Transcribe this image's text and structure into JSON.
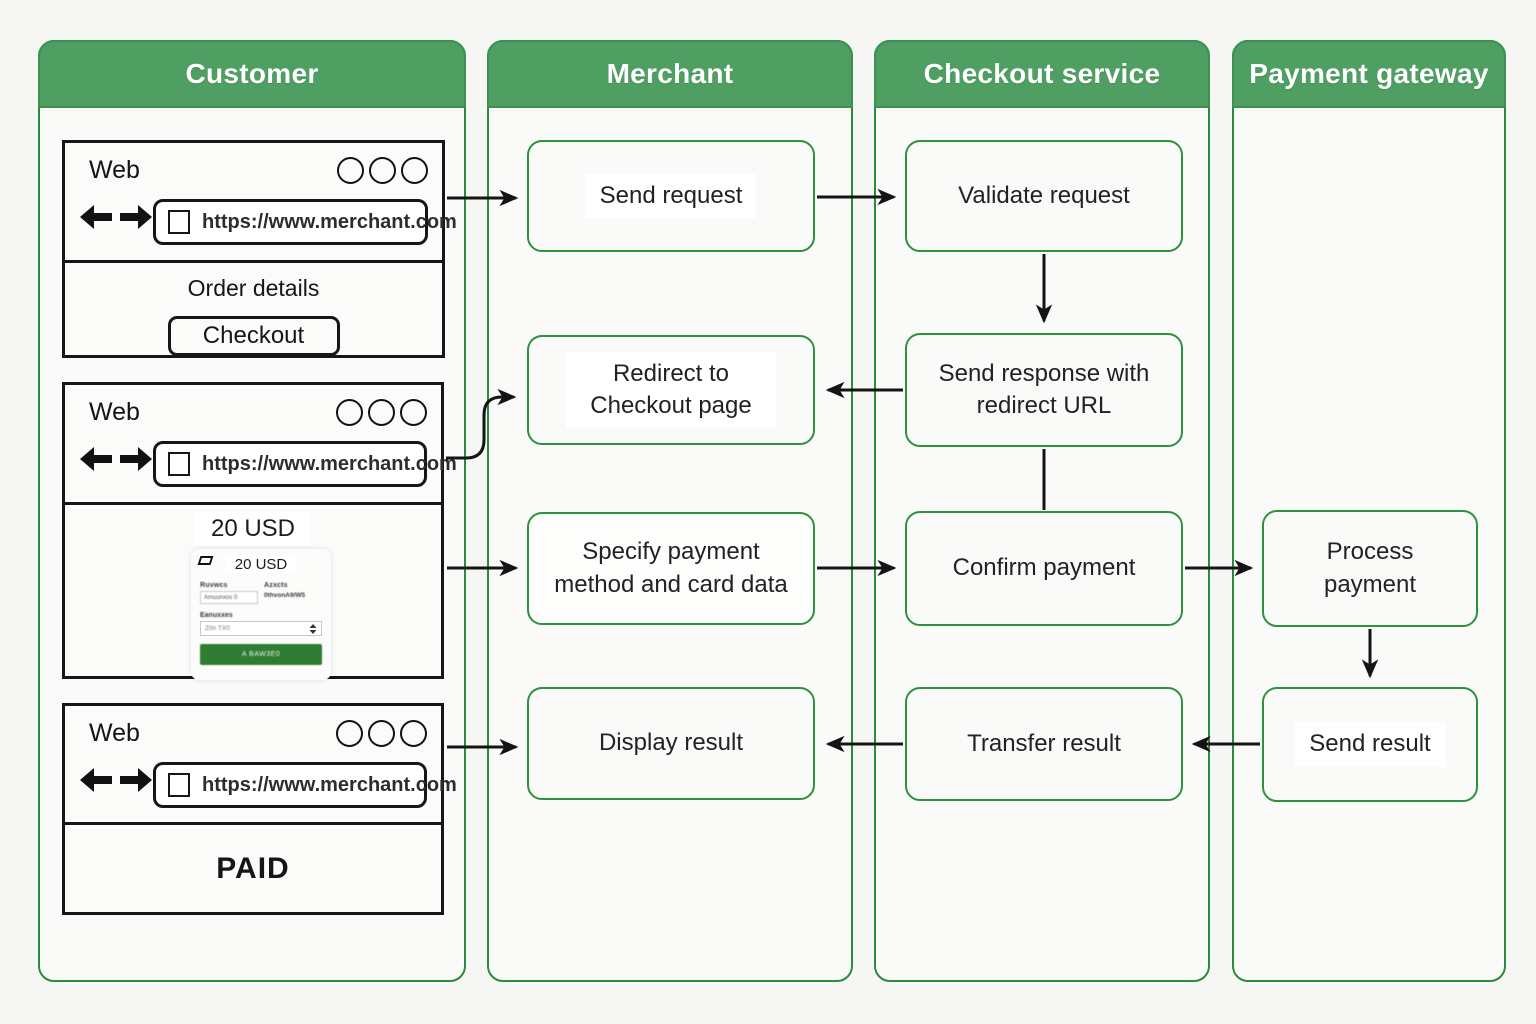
{
  "lanes": [
    {
      "title": "Customer"
    },
    {
      "title": "Merchant"
    },
    {
      "title": "Checkout service"
    },
    {
      "title": "Payment gateway"
    }
  ],
  "customer": {
    "browser1": {
      "window_label": "Web",
      "url": "https://www.merchant.com",
      "body_title": "Order details",
      "checkout_button": "Checkout"
    },
    "browser2": {
      "window_label": "Web",
      "url": "https://www.merchant.com",
      "price_heading": "20 USD",
      "form": {
        "amount_title": "20 USD",
        "field1_label": "Ruvwcs",
        "field1_value": "Amuunxos 0",
        "field2_label": "Azxcts",
        "field2_value": "0thvonA9/W5",
        "field3_label": "Eanuxxes",
        "field3_placeholder": "Z0n TX0",
        "submit_label": "A BAW3E0"
      }
    },
    "browser3": {
      "window_label": "Web",
      "url": "https://www.merchant.com",
      "status": "PAID"
    }
  },
  "merchant": {
    "boxes": [
      "Send request",
      "Redirect to Checkout page",
      "Specify payment method and card data",
      "Display result"
    ]
  },
  "checkout_service": {
    "boxes": [
      "Validate request",
      "Send response with redirect URL",
      "Confirm payment",
      "Transfer result"
    ]
  },
  "payment_gateway": {
    "boxes": [
      "Process payment",
      "Send result"
    ]
  },
  "colors": {
    "lane_header_green": "#4f9f63",
    "lane_border_green": "#2b8a3e",
    "box_border_green": "#2e9140",
    "arrow_black": "#141414",
    "pay_button_green": "#2e7d33"
  }
}
